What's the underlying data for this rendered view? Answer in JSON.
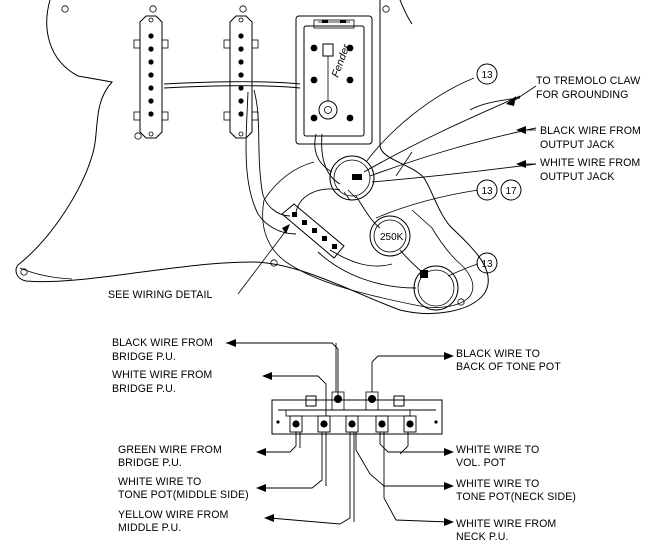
{
  "callouts": {
    "c13_top": "13",
    "c13_mid": "13",
    "c17": "17",
    "c13_low": "13"
  },
  "labels": {
    "tremolo_1": "TO TREMOLO CLAW",
    "tremolo_2": "FOR GROUNDING",
    "black_output_1": "BLACK WIRE FROM",
    "black_output_2": "OUTPUT JACK",
    "white_output_1": "WHITE WIRE FROM",
    "white_output_2": "OUTPUT JACK",
    "see_detail": "SEE WIRING DETAIL",
    "black_bridge_1": "BLACK WIRE FROM",
    "black_bridge_2": "BRIDGE P.U.",
    "white_bridge_1": "WHITE WIRE FROM",
    "white_bridge_2": "BRIDGE P.U.",
    "green_bridge_1": "GREEN WIRE FROM",
    "green_bridge_2": "BRIDGE P.U.",
    "white_tonepot_1": "WHITE WIRE TO",
    "white_tonepot_2": "TONE POT(MIDDLE SIDE)",
    "yellow_middle_1": "YELLOW WIRE FROM",
    "yellow_middle_2": "MIDDLE P.U.",
    "black_back_1": "BLACK WIRE TO",
    "black_back_2": "BACK OF TONE POT",
    "white_vol_1": "WHITE WIRE TO",
    "white_vol_2": "VOL. POT",
    "white_neck_tone_1": "WHITE WIRE TO",
    "white_neck_tone_2": "TONE POT(NECK SIDE)",
    "white_neck_pu_1": "WHITE WIRE FROM",
    "white_neck_pu_2": "NECK P.U."
  },
  "embossed": {
    "switch_logo": "Fender",
    "pot_marking": "250K"
  }
}
